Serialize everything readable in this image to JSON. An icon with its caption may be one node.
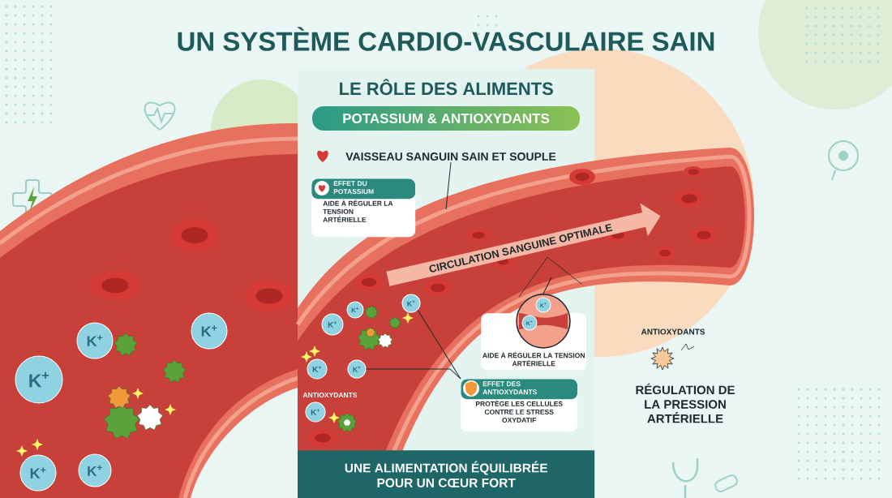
{
  "diagram": {
    "title": "UN SYSTÈME CARDIO-VASCULAIRE SAIN",
    "nodes": [
      {
        "text": [
          "LE RÔLE DES ALIMENTS"
        ]
      },
      {
        "text": [
          "POTASSIUM & ANTIOXYDANTS"
        ],
        "in": 0
      },
      {
        "text": [
          "VAISSEAU SANGUIN SAIN ET SOUPLE"
        ],
        "in": 0
      },
      {
        "text": [
          "EFFET DU POTASSIUM",
          "AIDE À RÉGULER LA TENSION ARTÉRIELLE"
        ],
        "in": 0
      },
      {
        "text": [
          "CIRCULATION SANGUINE OPTIMALE"
        ]
      },
      {
        "text": [],
        "shape": "circle",
        "in": 0
      },
      {
        "text": [
          "AIDE À RÉGULER LA TENSION ARTÉRIELLE"
        ],
        "in": 0
      },
      {
        "text": [
          "K$^{+}$"
        ],
        "in": 0
      },
      {
        "text": [
          "K$^{+}$"
        ],
        "in": 0
      },
      {
        "text": [
          "EFFET DES ANTIOXYDANTS",
          "PROTÈGE LES CELLULES CONTRE LE STRESS OXYDATIF"
        ],
        "in": 0
      },
      {
        "text": [
          "UNE ALIMENTATION ÉQUILIBRÉE POUR UN CŒUR FORT"
        ],
        "in": 0
      },
      {
        "text": [
          "K$^{+}$"
        ]
      },
      {
        "text": [
          "K$^{+}$"
        ]
      },
      {
        "text": [
          "K$^{+}$"
        ]
      },
      {
        "text": [
          "K$^{+}$"
        ],
        "in": 0
      },
      {
        "text": [
          "K$^{+}$"
        ],
        "in": 0
      },
      {
        "text": [
          "K$^{+}$"
        ],
        "in": 0
      },
      {
        "text": [
          "K$^{+}$"
        ],
        "in": 0
      },
      {
        "text": [
          "K$^{+}$"
        ]
      },
      {
        "text": [
          "K$^{+}$"
        ]
      },
      {
        "text": [
          "K$^{+}$"
        ],
        "in": 5
      },
      {
        "text": [
          "K$^{+}$"
        ]
      }
    ],
    "edges": [
      {
        "from": 2,
        "to": null,
        "arrow": "none"
      },
      {
        "from": 5,
        "to": null,
        "arrow": "none"
      },
      {
        "from": 9,
        "to": 7,
        "arrow": "none"
      },
      {
        "from": 9,
        "to": 8,
        "arrow": "none"
      }
    ],
    "labels": [
      "ANTIOXYDANTS",
      "ANTIOXYDANTS",
      "RÉGULATION DE LA PRESSION ARTÉRIELLE"
    ]
  }
}
